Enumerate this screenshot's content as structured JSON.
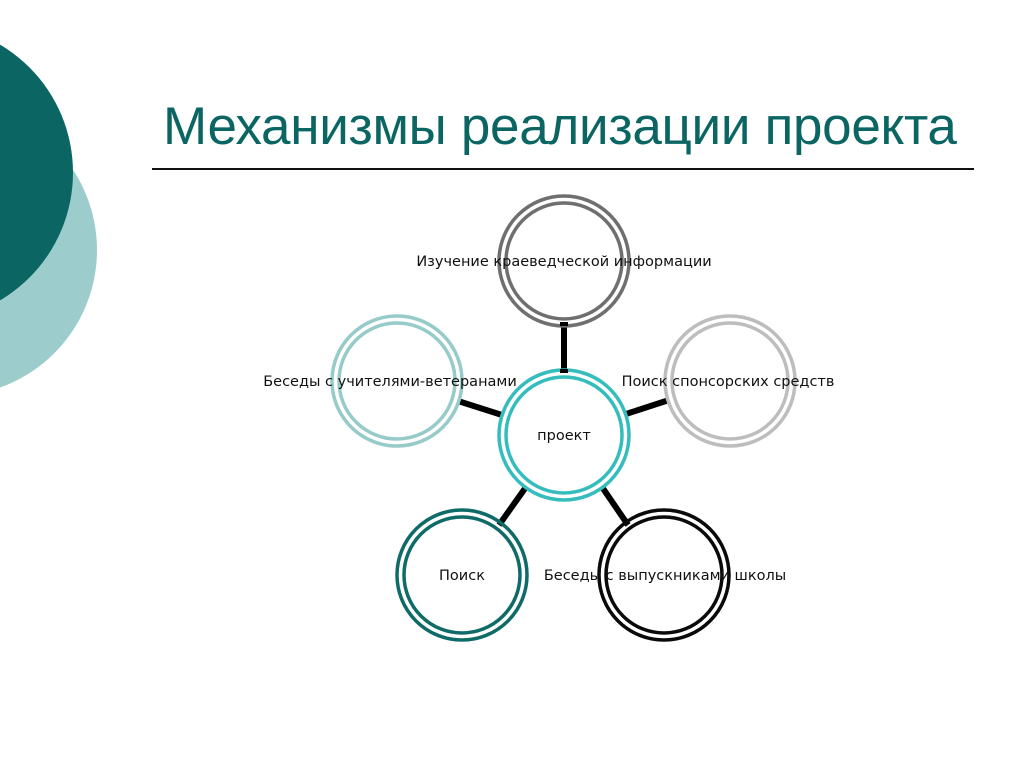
{
  "slide": {
    "title": "Механизмы реализации проекта",
    "colors": {
      "title": "#0b6663",
      "deco_dark": "#0b6663",
      "deco_light": "#9ccccb",
      "rule": "#111111",
      "connector": "#000000"
    }
  },
  "diagram": {
    "type": "radial-cycle",
    "center": {
      "id": "center",
      "label": "проект",
      "ring_color": "#35bdbd"
    },
    "nodes": [
      {
        "id": "top",
        "label": "Изучение краеведческой информации",
        "ring_color": "#6f6f6f"
      },
      {
        "id": "right",
        "label": "Поиск спонсорских средств",
        "ring_color": "#bdbdbd"
      },
      {
        "id": "bottom-right",
        "label": "Беседы с выпускниками школы",
        "ring_color": "#0a0a0a"
      },
      {
        "id": "bottom-left",
        "label": "Поиск",
        "ring_color": "#0f6b67"
      },
      {
        "id": "left",
        "label": "Беседы с учителями-ветеранами",
        "ring_color": "#96cbc9"
      }
    ]
  }
}
